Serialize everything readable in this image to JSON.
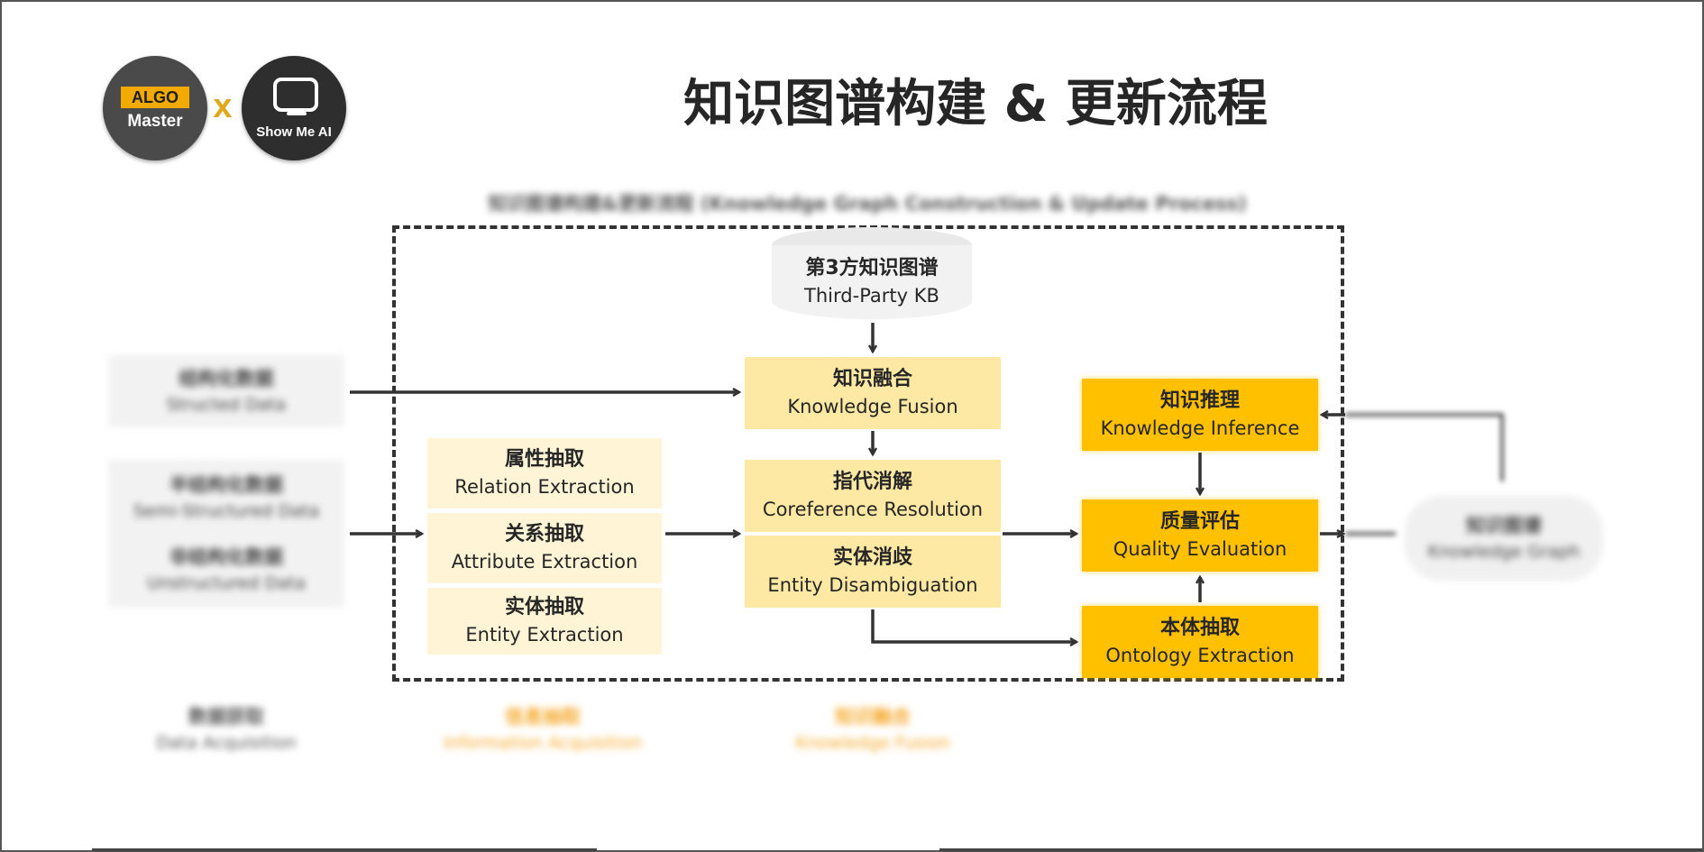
{
  "logos": {
    "algo_tag": "ALGO",
    "algo_sub": "Master",
    "separator": "x",
    "ai_label": "Show Me AI"
  },
  "title": "知识图谱构建 & 更新流程",
  "subtitle": "知识图谱构建&更新流程 (Knowledge Graph Construction & Update Process)",
  "sources": {
    "structured": {
      "cn": "结构化数据",
      "en": "Structed Data"
    },
    "semi": {
      "cn": "半结构化数据",
      "en": "Semi-Structured Data"
    },
    "unstructured": {
      "cn": "非结构化数据",
      "en": "Unstructured Data"
    }
  },
  "third_party": {
    "cn": "第3方知识图谱",
    "en": "Third-Party KB"
  },
  "extraction": {
    "relation": {
      "cn": "属性抽取",
      "en": "Relation Extraction"
    },
    "attribute": {
      "cn": "关系抽取",
      "en": "Attribute Extraction"
    },
    "entity": {
      "cn": "实体抽取",
      "en": "Entity Extraction"
    }
  },
  "fusion": {
    "knowledge_fusion": {
      "cn": "知识融合",
      "en": "Knowledge Fusion"
    },
    "coreference": {
      "cn": "指代消解",
      "en": "Coreference Resolution"
    },
    "disambiguation": {
      "cn": "实体消歧",
      "en": "Entity Disambiguation"
    }
  },
  "processing": {
    "inference": {
      "cn": "知识推理",
      "en": "Knowledge Inference"
    },
    "quality": {
      "cn": "质量评估",
      "en": "Quality Evaluation"
    },
    "ontology": {
      "cn": "本体抽取",
      "en": "Ontology Extraction"
    }
  },
  "knowledge_graph": {
    "cn": "知识图谱",
    "en": "Knowledge Graph"
  },
  "stages": {
    "acquisition": {
      "cn": "数据获取",
      "en": "Data Acquisition"
    },
    "information": {
      "cn": "信息抽取",
      "en": "Information Acquisition"
    },
    "fusion": {
      "cn": "知识融合",
      "en": "Knowledge Fusion"
    }
  },
  "colors": {
    "pale": "#fff5d6",
    "light": "#fde8a4",
    "gold": "#ffc000",
    "stage_orange": "#f5a623",
    "arrow": "#333333"
  }
}
